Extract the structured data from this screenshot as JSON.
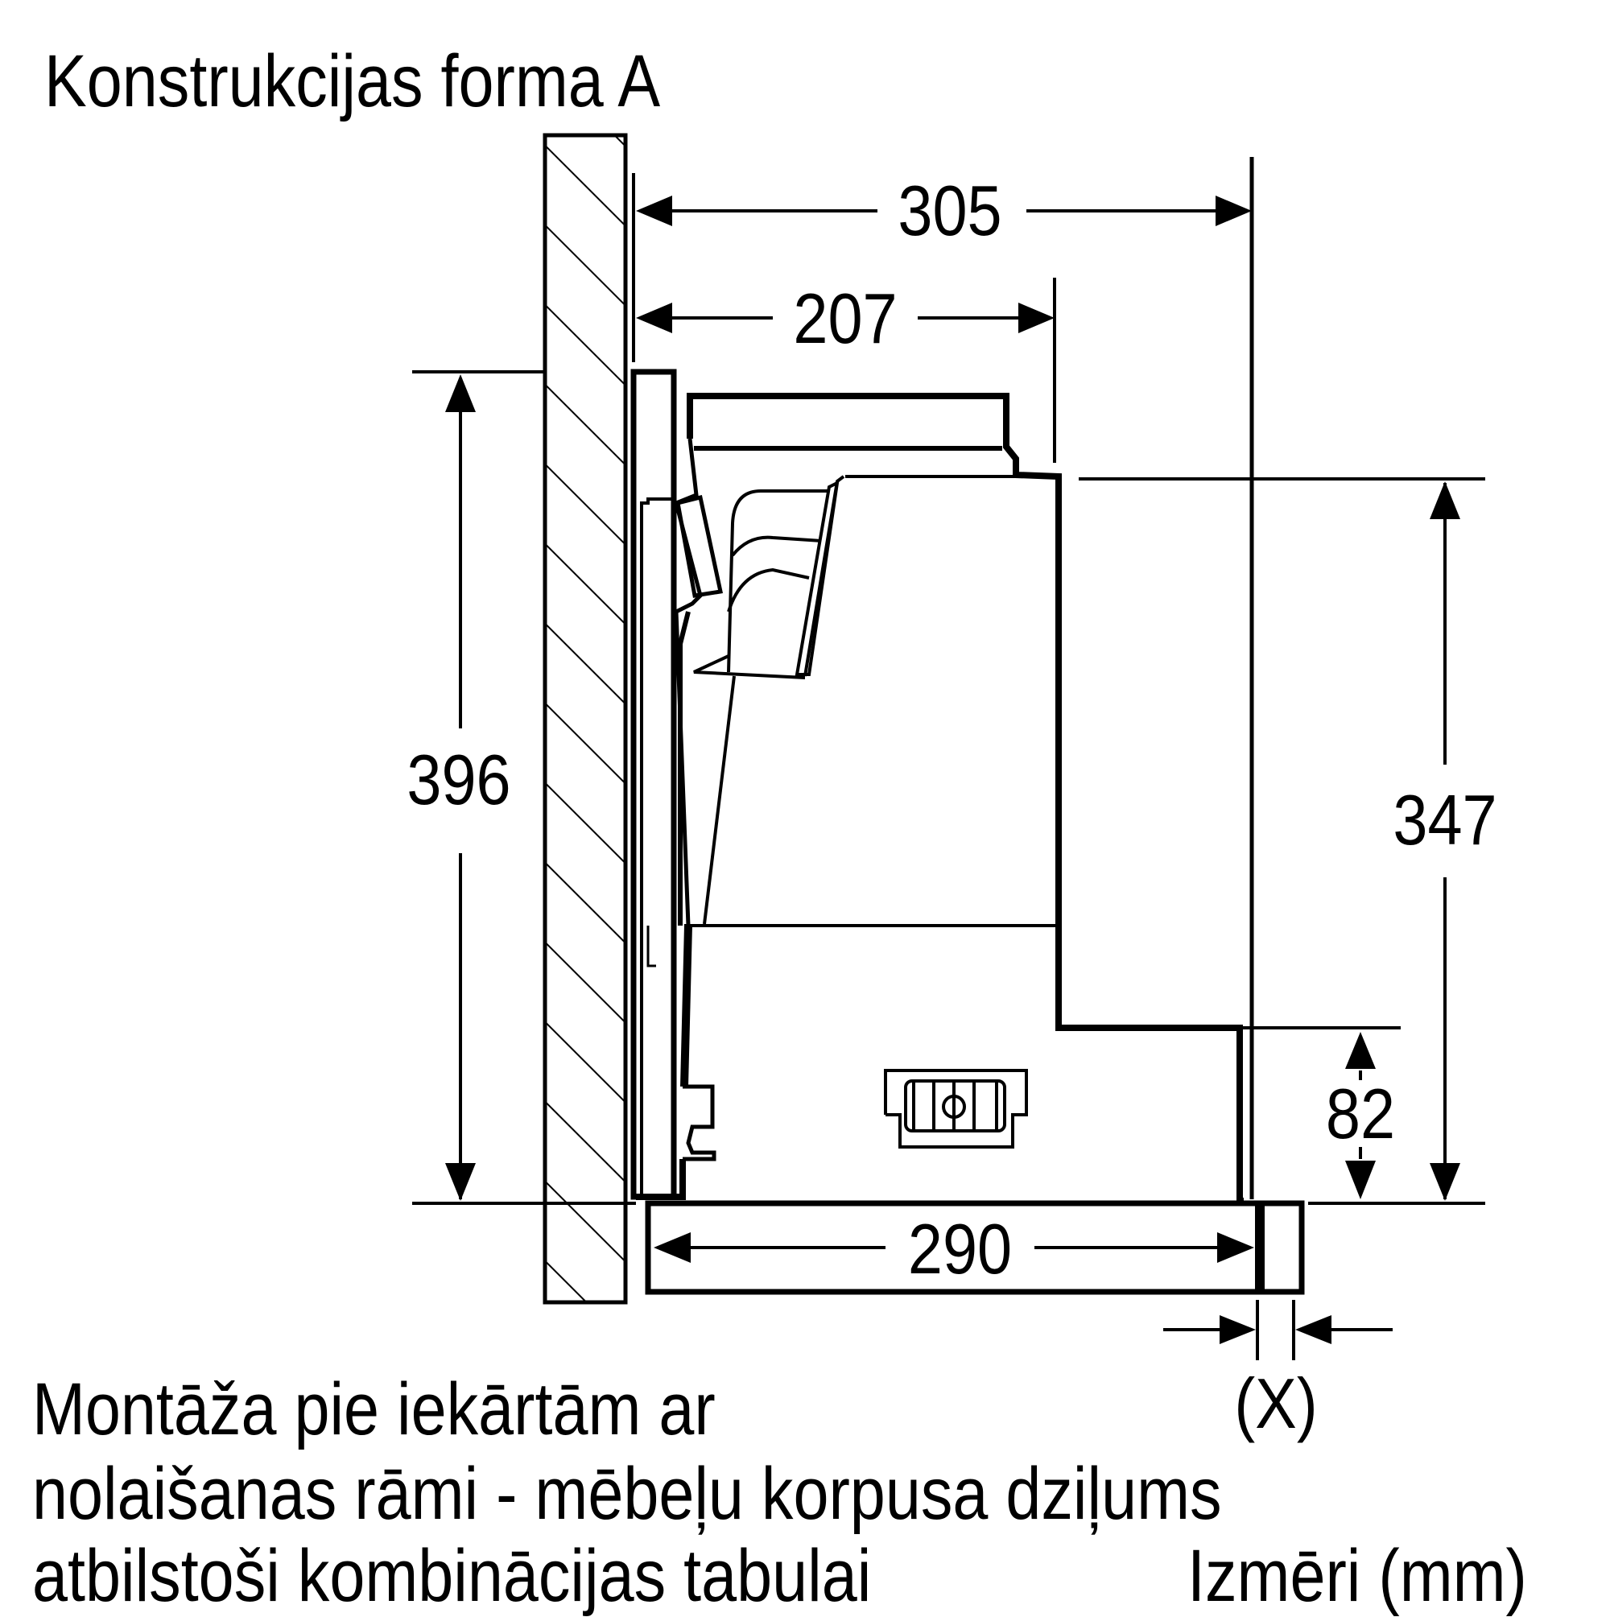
{
  "title": "Konstrukcijas forma A",
  "dimensions": {
    "d305": "305",
    "d207": "207",
    "d396": "396",
    "d347": "347",
    "d82": "82",
    "d290": "290",
    "x_label": "(X)"
  },
  "caption": {
    "line1": "Montāža pie iekārtām ar",
    "line2": "nolaišanas rāmi - mēbeļu korpusa dziļums",
    "line3": "atbilstoši kombinācijas tabulai"
  },
  "units_label": "Izmēri (mm)",
  "colors": {
    "line": "#000000",
    "background": "#ffffff"
  }
}
